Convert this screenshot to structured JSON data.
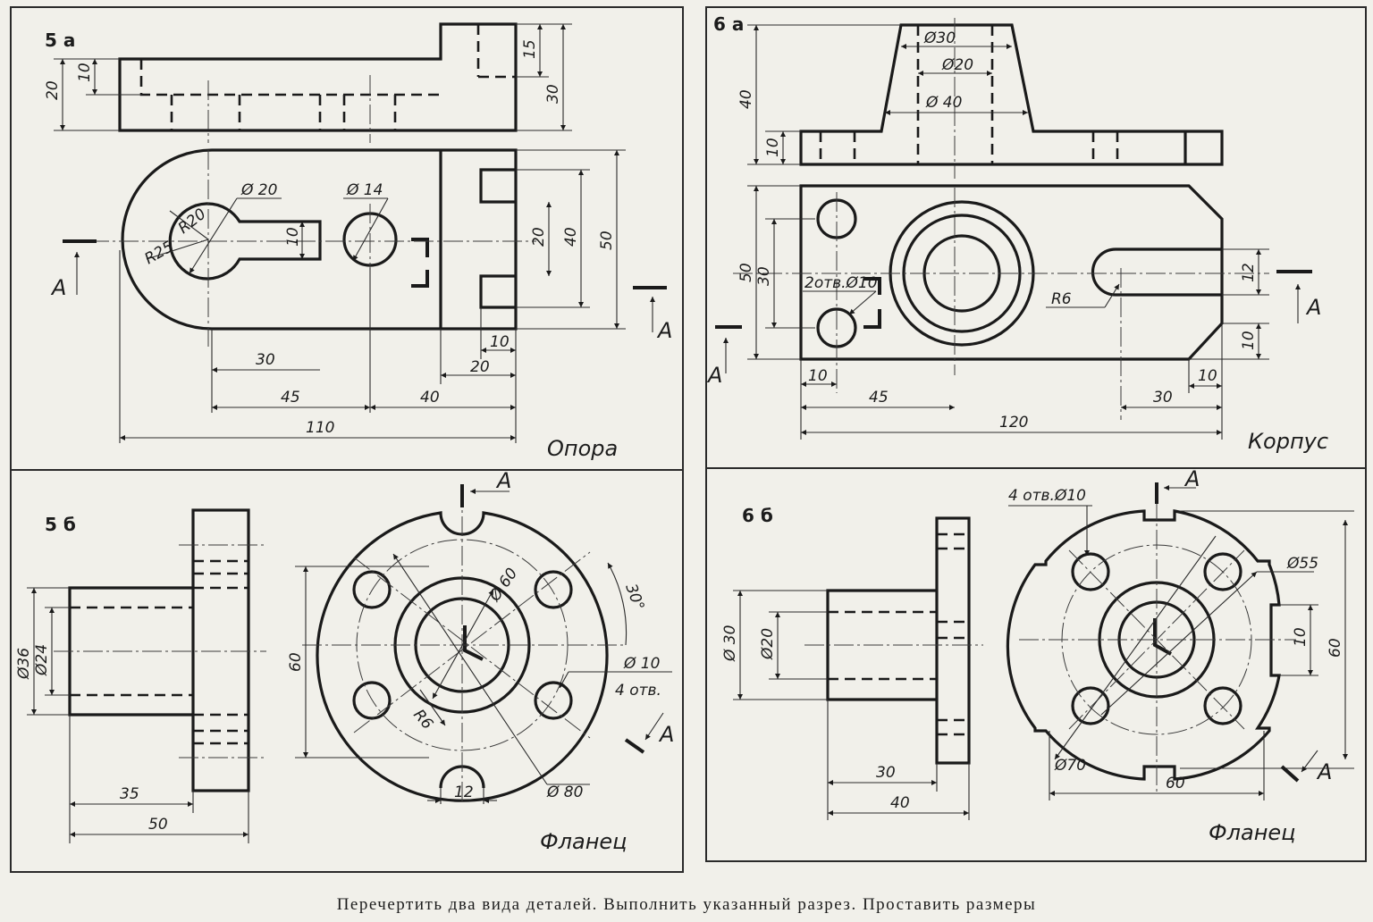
{
  "panels": {
    "p5a": {
      "label": "5 а",
      "title": "Опора"
    },
    "p6a": {
      "label": "6 а",
      "title": "Корпус"
    },
    "p5b": {
      "label": "5 б",
      "title": "Фланец"
    },
    "p6b": {
      "label": "6 б",
      "title": "Фланец"
    }
  },
  "section_mark": "A",
  "dims_5a": {
    "d10a": "10",
    "d20a": "20",
    "d15": "15",
    "d30v": "30",
    "phi20": "Ø 20",
    "phi14": "Ø 14",
    "r20": "R20",
    "r25": "R25",
    "d10b": "10",
    "d20b": "20",
    "d40v": "40",
    "d50v": "50",
    "d10c": "10",
    "d20c": "20",
    "d30h": "30",
    "d45": "45",
    "d40h": "40",
    "d110": "110"
  },
  "dims_6a": {
    "phi30": "Ø30",
    "phi20": "Ø20",
    "phi40": "Ø 40",
    "d40v": "40",
    "d10a": "10",
    "d50v": "50",
    "d30v": "30",
    "holes": "2отв.Ø10",
    "r6": "R6",
    "d12": "12",
    "d10b": "10",
    "d10c": "10",
    "d45": "45",
    "d30h": "30",
    "d10d": "10",
    "d120": "120"
  },
  "dims_5b": {
    "phi36": "Ø36",
    "phi24": "Ø24",
    "d35": "35",
    "d50": "50",
    "d60": "60",
    "phi60": "Ø 60",
    "ang30": "30°",
    "phi10": "Ø 10",
    "holes": "4 отв.",
    "r6": "R6",
    "d12": "12",
    "phi80": "Ø 80"
  },
  "dims_6b": {
    "holes": "4 отв.Ø10",
    "phi30": "Ø 30",
    "phi20": "Ø20",
    "phi55": "Ø55",
    "d10": "10",
    "d60v": "60",
    "d30": "30",
    "d40": "40",
    "phi70": "Ø70",
    "d60h": "60"
  },
  "caption": "Перечертить два вида деталей. Выполнить указанный разрез. Проставить размеры"
}
